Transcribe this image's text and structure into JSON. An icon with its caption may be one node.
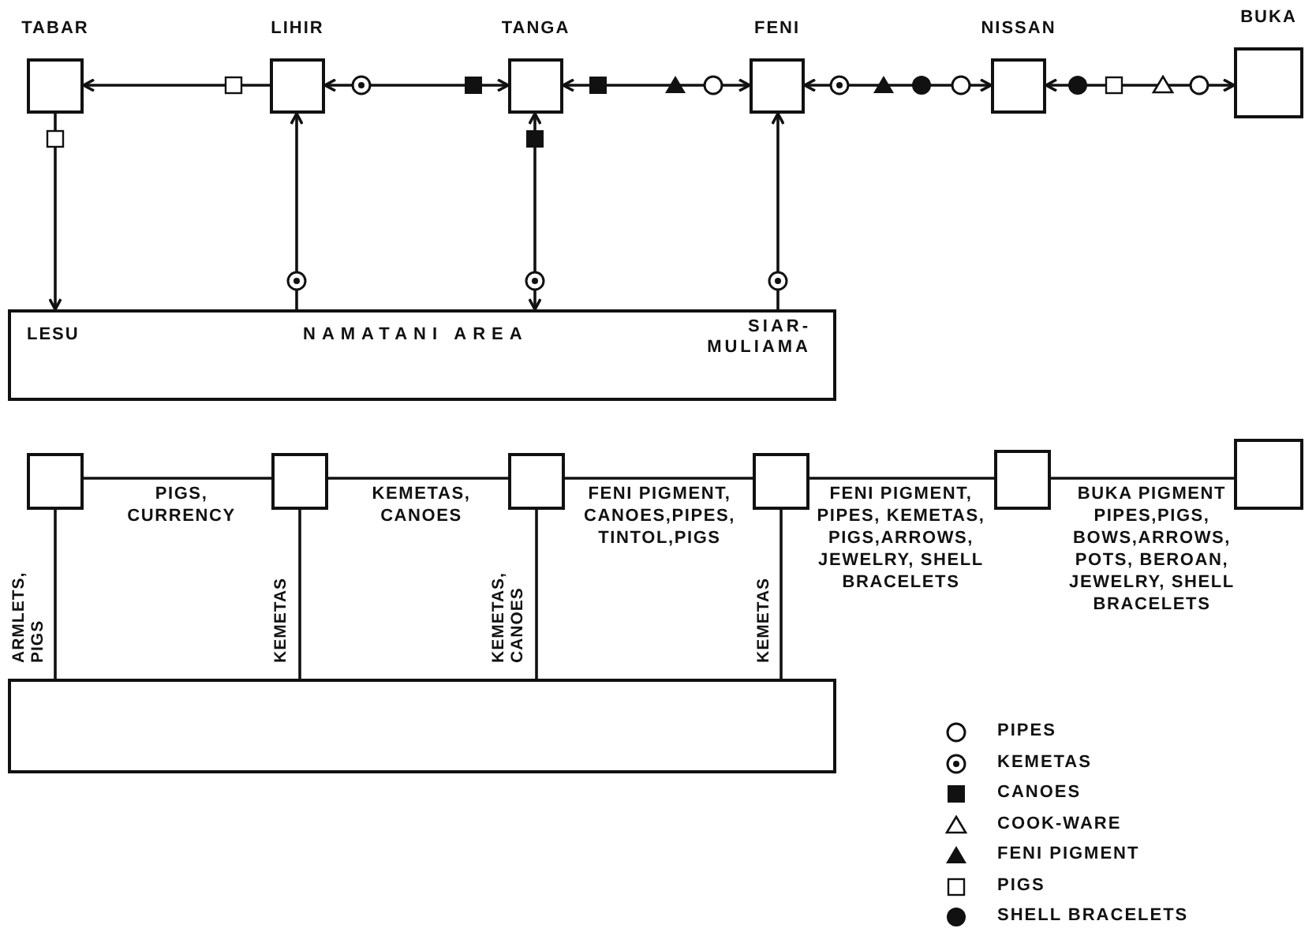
{
  "diagram": {
    "nodes": [
      {
        "text": [
          "TABAR"
        ]
      },
      {
        "text": [
          "LIHIR"
        ]
      },
      {
        "text": [
          "TANGA"
        ]
      },
      {
        "text": [
          "FENI"
        ]
      },
      {
        "text": [
          "NISSAN"
        ]
      },
      {
        "text": [
          "BUKA"
        ]
      },
      {
        "text": [
          "LESU",
          "NAMATANI AREA",
          "SIAR- MULIAMA"
        ]
      },
      {
        "text": [],
        "shape": "box"
      },
      {
        "text": [],
        "shape": "box"
      },
      {
        "text": [],
        "shape": "box"
      },
      {
        "text": [],
        "shape": "box"
      },
      {
        "text": [],
        "shape": "box"
      },
      {
        "text": [],
        "shape": "box"
      },
      {
        "text": [],
        "shape": "box"
      }
    ],
    "edges": [
      {
        "from": 1,
        "to": 0,
        "arrow": "to"
      },
      {
        "from": 1,
        "to": 2,
        "arrow": "both"
      },
      {
        "from": 2,
        "to": 3,
        "arrow": "both"
      },
      {
        "from": 3,
        "to": 4,
        "arrow": "both"
      },
      {
        "from": 4,
        "to": 5,
        "arrow": "both"
      },
      {
        "from": 0,
        "to": 6,
        "arrow": "to"
      },
      {
        "from": 6,
        "to": 1,
        "arrow": "to"
      },
      {
        "from": 2,
        "to": 6,
        "arrow": "both"
      },
      {
        "from": 6,
        "to": 3,
        "arrow": "to"
      },
      {
        "from": 7,
        "to": 8,
        "label": "PIGS, CURRENCY",
        "arrow": "none"
      },
      {
        "from": 8,
        "to": 9,
        "label": "KEMETAS, CANOES",
        "arrow": "none"
      },
      {
        "from": 9,
        "to": 10,
        "label": "FENI PIGMENT, CANOES,PIPES, TINTOL,PIGS",
        "arrow": "none"
      },
      {
        "from": 10,
        "to": 11,
        "label": "FENI PIGMENT, PIPES, KEMETAS, PIGS,ARROWS, JEWELRY, SHELL BRACELETS",
        "arrow": "none"
      },
      {
        "from": 11,
        "to": 12,
        "label": "BUKA PIGMENT PIPES,PIGS, BOWS,ARROWS, POTS, BEROAN, JEWELRY, SHELL BRACELETS",
        "arrow": "none"
      },
      {
        "from": 7,
        "to": 13,
        "label": "ARMLETS, PIGS",
        "arrow": "none"
      },
      {
        "from": 8,
        "to": 13,
        "label": "KEMETAS",
        "arrow": "none"
      },
      {
        "from": 9,
        "to": 13,
        "label": "KEMETAS, CANOES",
        "arrow": "none"
      },
      {
        "from": 10,
        "to": 13,
        "label": "KEMETAS",
        "arrow": "none"
      }
    ],
    "legend": [
      {
        "text": "PIPES"
      },
      {
        "text": "KEMETAS"
      },
      {
        "text": "CANOES"
      },
      {
        "text": "COOK-WARE"
      },
      {
        "text": "FENI PIGMENT"
      },
      {
        "text": "PIGS"
      },
      {
        "text": "SHELL BRACELETS"
      }
    ]
  }
}
